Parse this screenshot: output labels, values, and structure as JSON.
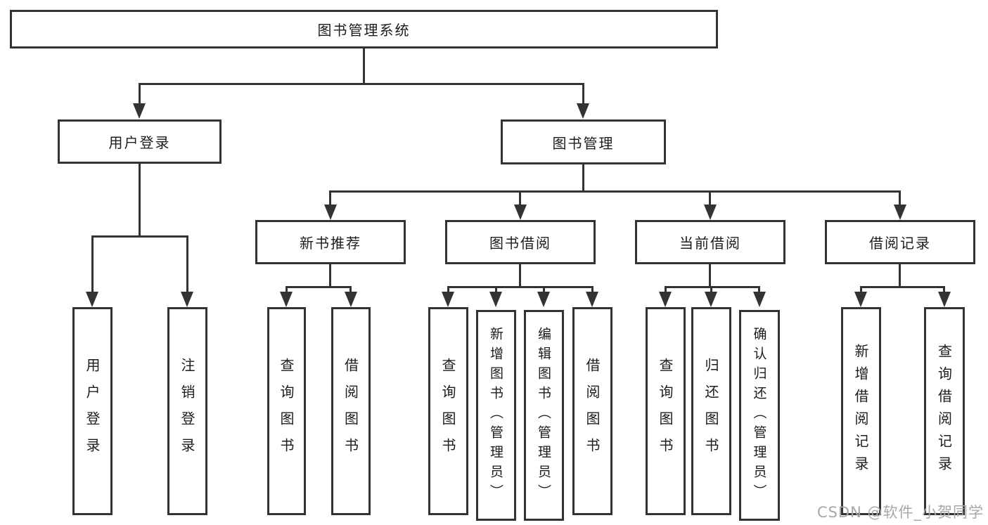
{
  "diagram": {
    "title": "图书管理系统",
    "branches": [
      {
        "label": "用户登录",
        "children": [
          {
            "label": "用户登录"
          },
          {
            "label": "注销登录"
          }
        ]
      },
      {
        "label": "图书管理",
        "children": [
          {
            "label": "新书推荐",
            "children": [
              {
                "label": "查询图书"
              },
              {
                "label": "借阅图书"
              }
            ]
          },
          {
            "label": "图书借阅",
            "children": [
              {
                "label": "查询图书"
              },
              {
                "label": "新增图书（管理员）"
              },
              {
                "label": "编辑图书（管理员）"
              },
              {
                "label": "借阅图书"
              }
            ]
          },
          {
            "label": "当前借阅",
            "children": [
              {
                "label": "查询图书"
              },
              {
                "label": "归还图书"
              },
              {
                "label": "确认归还（管理员）"
              }
            ]
          },
          {
            "label": "借阅记录",
            "children": [
              {
                "label": "新增借阅记录"
              },
              {
                "label": "查询借阅记录"
              }
            ]
          }
        ]
      }
    ]
  },
  "watermark": "CSDN @软件_小贺同学",
  "colors": {
    "line": "#333333",
    "text": "#1c1c1c",
    "watermark": "#a8a8a8",
    "background": "#ffffff"
  }
}
